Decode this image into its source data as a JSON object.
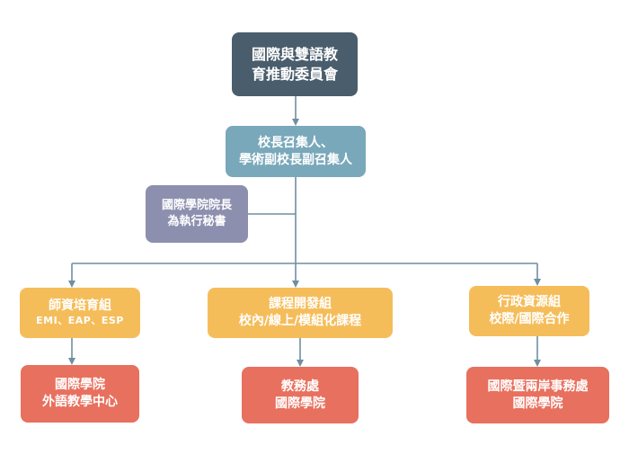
{
  "diagram": {
    "nodes": {
      "committee": {
        "lines": [
          "國際與雙語教",
          "育推動委員會"
        ]
      },
      "convener": {
        "lines": [
          "校長召集人、",
          "學術副校長副召集人"
        ]
      },
      "secretary": {
        "lines": [
          "國際學院院長",
          "為執行秘書"
        ]
      },
      "teacher_group": {
        "lines": [
          "師資培育組",
          "EMI、EAP、ESP"
        ]
      },
      "course_group": {
        "lines": [
          "課程開發組",
          "校內/線上/模組化課程"
        ]
      },
      "admin_group": {
        "lines": [
          "行政資源組",
          "校際/國際合作"
        ]
      },
      "teacher_unit": {
        "lines": [
          "國際學院",
          "外語教學中心"
        ]
      },
      "course_unit": {
        "lines": [
          "教務處",
          "國際學院"
        ]
      },
      "admin_unit": {
        "lines": [
          "國際暨兩岸事務處",
          "國際學院"
        ]
      }
    },
    "colors": {
      "committee": "#4a5d6c",
      "convener": "#79a8ba",
      "secretary": "#8c8fae",
      "group": "#f5bd5a",
      "unit": "#e8705e",
      "connector": "#6f8fa0"
    },
    "edges": [
      [
        "committee",
        "convener"
      ],
      [
        "convener",
        "secretary"
      ],
      [
        "convener",
        "teacher_group"
      ],
      [
        "convener",
        "course_group"
      ],
      [
        "convener",
        "admin_group"
      ],
      [
        "teacher_group",
        "teacher_unit"
      ],
      [
        "course_group",
        "course_unit"
      ],
      [
        "admin_group",
        "admin_unit"
      ]
    ]
  }
}
